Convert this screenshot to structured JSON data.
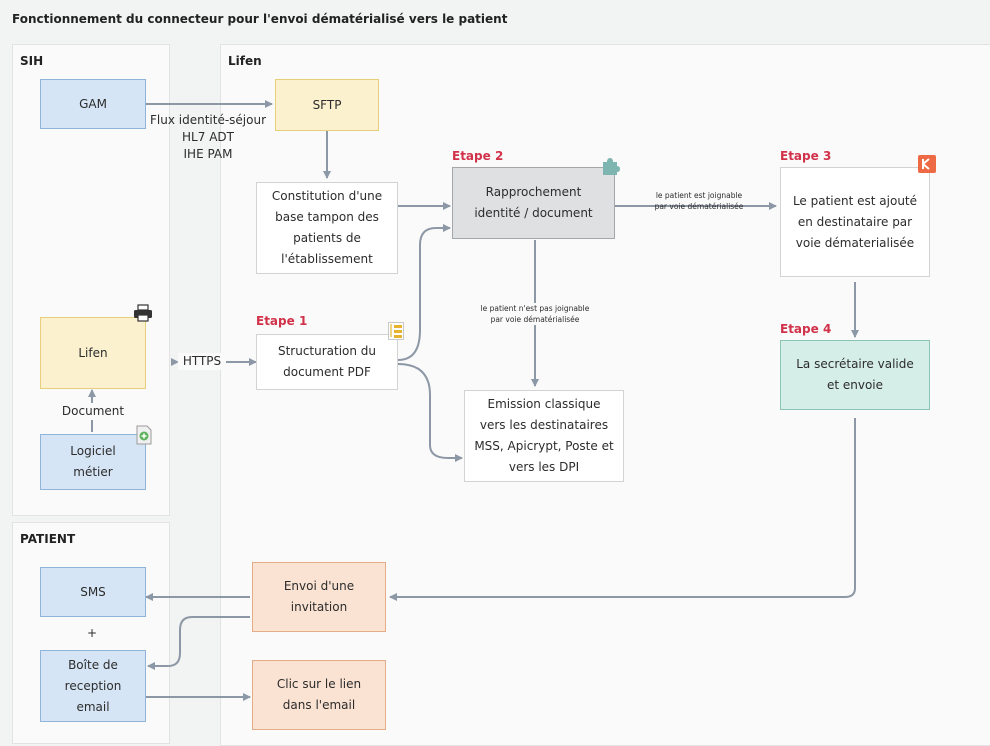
{
  "title": "Fonctionnement du connecteur pour l'envoi dématérialisé vers le patient",
  "panels": {
    "sih": "SIH",
    "lifen": "Lifen",
    "patient": "PATIENT"
  },
  "boxes": {
    "gam": "GAM",
    "sftp": "SFTP",
    "constitution": "Constitution d'une\nbase tampon des\npatients de\nl'établissement",
    "lifen": "Lifen",
    "logiciel": "Logiciel\nmétier",
    "structuration": "Structuration du\ndocument PDF",
    "rapprochement": "Rapprochement\nidentité / document",
    "emission": "Emission classique\nvers les destinataires\nMSS, Apicrypt, Poste et\nvers les DPI",
    "patient_ajoute": "Le patient est ajouté\nen destinataire par\nvoie dématerialisée",
    "secretaire": "La secrétaire valide\net envoie",
    "sms": "SMS",
    "boite": "Boîte de\nreception\nemail",
    "invitation": "Envoi d'une\ninvitation",
    "clic": "Clic sur le lien\ndans l'email"
  },
  "etapes": {
    "e1": "Etape 1",
    "e2": "Etape 2",
    "e3": "Etape 3",
    "e4": "Etape 4"
  },
  "labels": {
    "flux": "Flux identité-séjour\nHL7 ADT\nIHE PAM",
    "https": "HTTPS",
    "document": "Document",
    "plus": "+",
    "joignable": "le patient est joignable\npar voie dématérialisée",
    "non_joignable": "le patient n'est pas joignable\npar voie dématérialisée"
  },
  "colors": {
    "etape": "#d1324a",
    "arrow": "#8d98a6"
  },
  "icons": [
    "printer-icon",
    "document-plus-icon",
    "puzzle-icon",
    "lifen-logo-icon",
    "structure-icon"
  ]
}
